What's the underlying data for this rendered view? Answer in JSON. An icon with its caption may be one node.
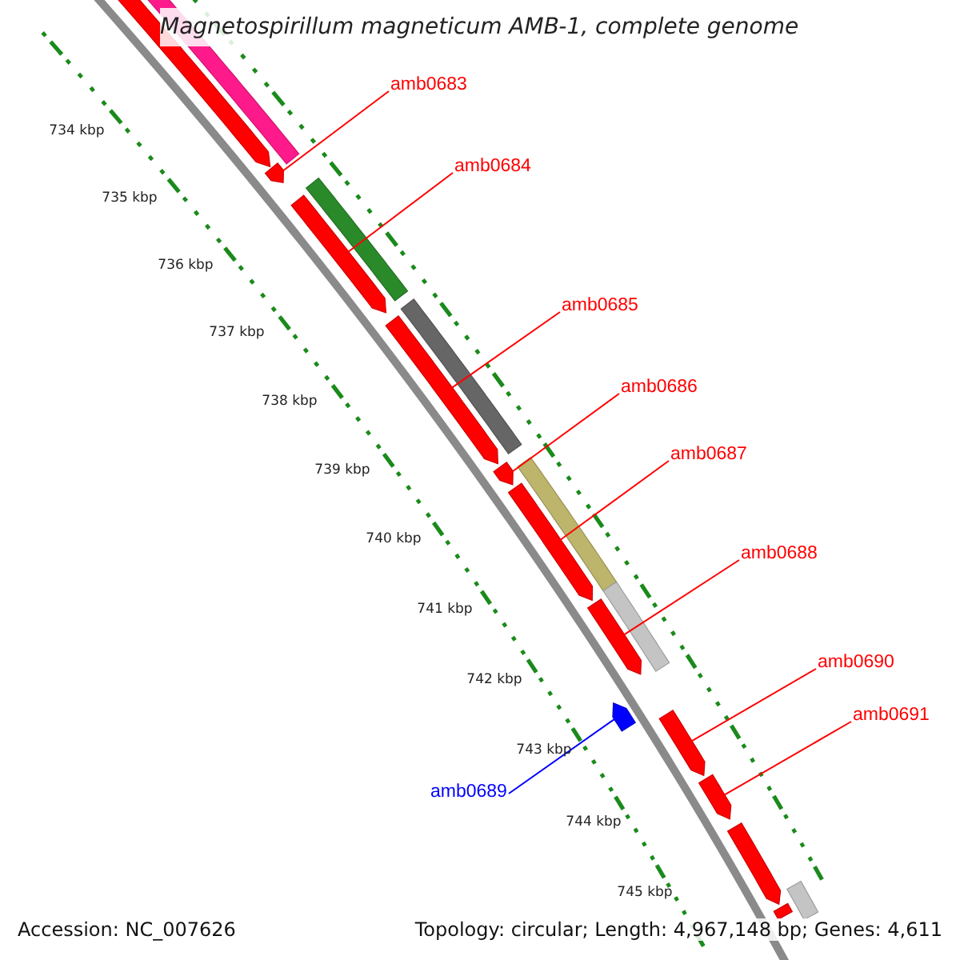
{
  "diagram": {
    "title": "Magnetospirillum magneticum AMB-1, complete genome",
    "nodes": [
      {
        "text": [
          "amb0683"
        ]
      },
      {
        "text": [
          "amb0684"
        ]
      },
      {
        "text": [
          "amb0685"
        ]
      },
      {
        "text": [
          "amb0686"
        ]
      },
      {
        "text": [
          "amb0687"
        ]
      },
      {
        "text": [
          "amb0688"
        ]
      },
      {
        "text": [
          "amb0690"
        ]
      },
      {
        "text": [
          "amb0691"
        ]
      },
      {
        "text": [
          "amb0689"
        ]
      },
      {
        "text": [],
        "shape": "arrow"
      },
      {
        "text": [],
        "shape": "arrow"
      },
      {
        "text": [],
        "shape": "arrow"
      },
      {
        "text": [],
        "shape": "arrow"
      },
      {
        "text": [],
        "shape": "arrow"
      },
      {
        "text": [],
        "shape": "arrow"
      },
      {
        "text": [],
        "shape": "arrow"
      },
      {
        "text": [],
        "shape": "arrow"
      },
      {
        "text": [],
        "shape": "arrow"
      },
      {
        "text": [],
        "shape": "arrow"
      },
      {
        "text": [],
        "shape": "arrow"
      },
      {
        "text": [],
        "shape": "arrow"
      },
      {
        "text": [],
        "shape": "bar"
      },
      {
        "text": [],
        "shape": "bar"
      },
      {
        "text": [],
        "shape": "bar"
      },
      {
        "text": [],
        "shape": "bar"
      },
      {
        "text": [],
        "shape": "bar"
      },
      {
        "text": [],
        "shape": "bar"
      }
    ],
    "edges": [
      {
        "from": 0,
        "to": 9,
        "arrow": "none"
      },
      {
        "from": 1,
        "to": 10,
        "arrow": "none"
      },
      {
        "from": 2,
        "to": 11,
        "arrow": "none"
      },
      {
        "from": 3,
        "to": 12,
        "arrow": "none"
      },
      {
        "from": 4,
        "to": 13,
        "arrow": "none"
      },
      {
        "from": 5,
        "to": 14,
        "arrow": "none"
      },
      {
        "from": 6,
        "to": 15,
        "arrow": "none"
      },
      {
        "from": 7,
        "to": 16,
        "arrow": "none"
      },
      {
        "from": 8,
        "to": 17,
        "arrow": "none",
        "color": "#0000ff"
      }
    ],
    "labels": [
      "734 kbp",
      "735 kbp",
      "736 kbp",
      "737 kbp",
      "738 kbp",
      "739 kbp",
      "740 kbp",
      "741 kbp",
      "742 kbp",
      "743 kbp",
      "744 kbp",
      "745 kbp",
      "Accession: NC_007626",
      "Topology: circular; Length: 4,967,148 bp; Genes: 4,611"
    ]
  }
}
